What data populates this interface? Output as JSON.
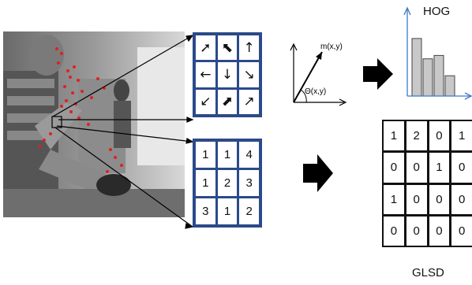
{
  "colors": {
    "grid_border": "#2b4a8a",
    "hog_bar": "#c8c8c8",
    "hog_axis": "#3c78c8",
    "arrow_fill": "#000000",
    "keypoint": "#e02020"
  },
  "direction_grid": {
    "cells": [
      "➚",
      "⬉",
      "↑",
      "←",
      "↓",
      "↘",
      "↙",
      "⬈",
      "↗"
    ],
    "icons": [
      "arrow-northeast-icon",
      "arrow-northwest-icon",
      "arrow-up-icon",
      "arrow-left-icon",
      "arrow-down-icon",
      "arrow-southeast-icon",
      "arrow-southwest-icon",
      "arrow-northeast-icon",
      "arrow-northeast-icon"
    ]
  },
  "number_grid": {
    "cells": [
      "1",
      "1",
      "4",
      "1",
      "2",
      "3",
      "3",
      "1",
      "2"
    ]
  },
  "gradient": {
    "magnitude_label": "m(x,y)",
    "angle_label": "Θ(x,y)"
  },
  "hog": {
    "label": "HOG",
    "bars": [
      0.85,
      0.55,
      0.6,
      0.3
    ]
  },
  "glsd": {
    "label": "GLSD",
    "cells": [
      "1",
      "2",
      "0",
      "1",
      "0",
      "0",
      "1",
      "0",
      "1",
      "0",
      "0",
      "0",
      "0",
      "0",
      "0",
      "0"
    ]
  }
}
